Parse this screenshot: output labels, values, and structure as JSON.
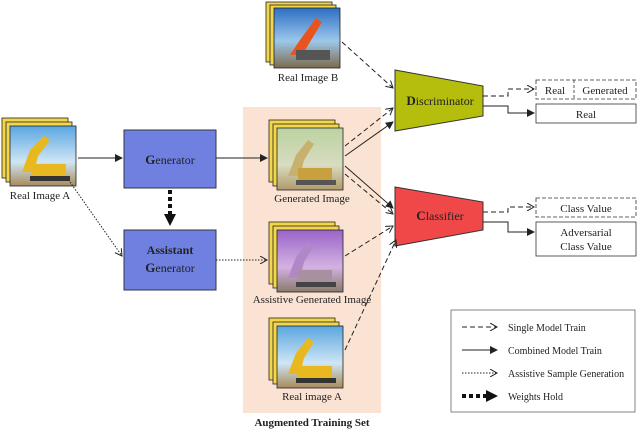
{
  "images": {
    "real_b": "Real Image B",
    "real_a_left": "Real Image A",
    "generated": "Generated Image",
    "assistive": "Assistive Generated Image",
    "real_a_stack": "Real image A"
  },
  "generator": {
    "initial": "G",
    "rest": "enerator"
  },
  "assistant": {
    "initial_line1": "Assistant",
    "line2_initial": "G",
    "line2_rest": "enerator"
  },
  "discriminator": {
    "initial": "D",
    "rest": "iscriminator"
  },
  "classifier": {
    "initial": "C",
    "rest": "lassifier"
  },
  "outputs": {
    "real_box": "Real",
    "generated_box": "Generated",
    "real_only": "Real",
    "class_value": "Class Value",
    "adversarial_line1": "Adversarial",
    "adversarial_line2": "Class Value"
  },
  "augmented_set": "Augmented Training Set",
  "legend": {
    "single": "Single Model Train",
    "combined": "Combined Model Train",
    "assistive": "Assistive Sample Generation",
    "weights": "Weights Hold"
  },
  "colors": {
    "generator": "#6f80e0",
    "discriminator": "#b5be0c",
    "classifier": "#f04848",
    "augmented_bg": "#fbe3d3"
  }
}
